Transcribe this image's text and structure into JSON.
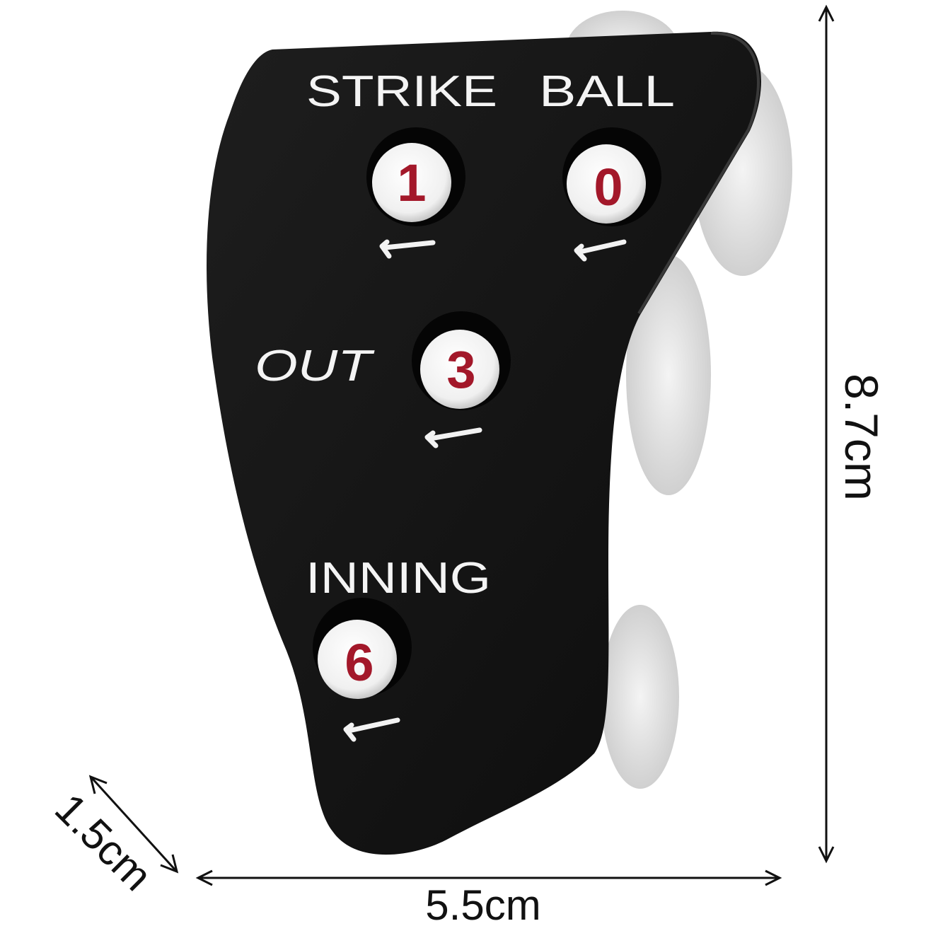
{
  "labels": {
    "strike": "STRIKE",
    "ball": "BALL",
    "out": "OUT",
    "inning": "INNING"
  },
  "counters": {
    "strike": "1",
    "ball": "0",
    "out": "3",
    "inning": "6"
  },
  "dimensions": {
    "height": "8.7cm",
    "width": "5.5cm",
    "thickness": "1.5cm"
  },
  "colors": {
    "body": "#141414",
    "digit": "#a3182a",
    "label": "#f4f4f4",
    "wheel": "#e2e2e2"
  }
}
